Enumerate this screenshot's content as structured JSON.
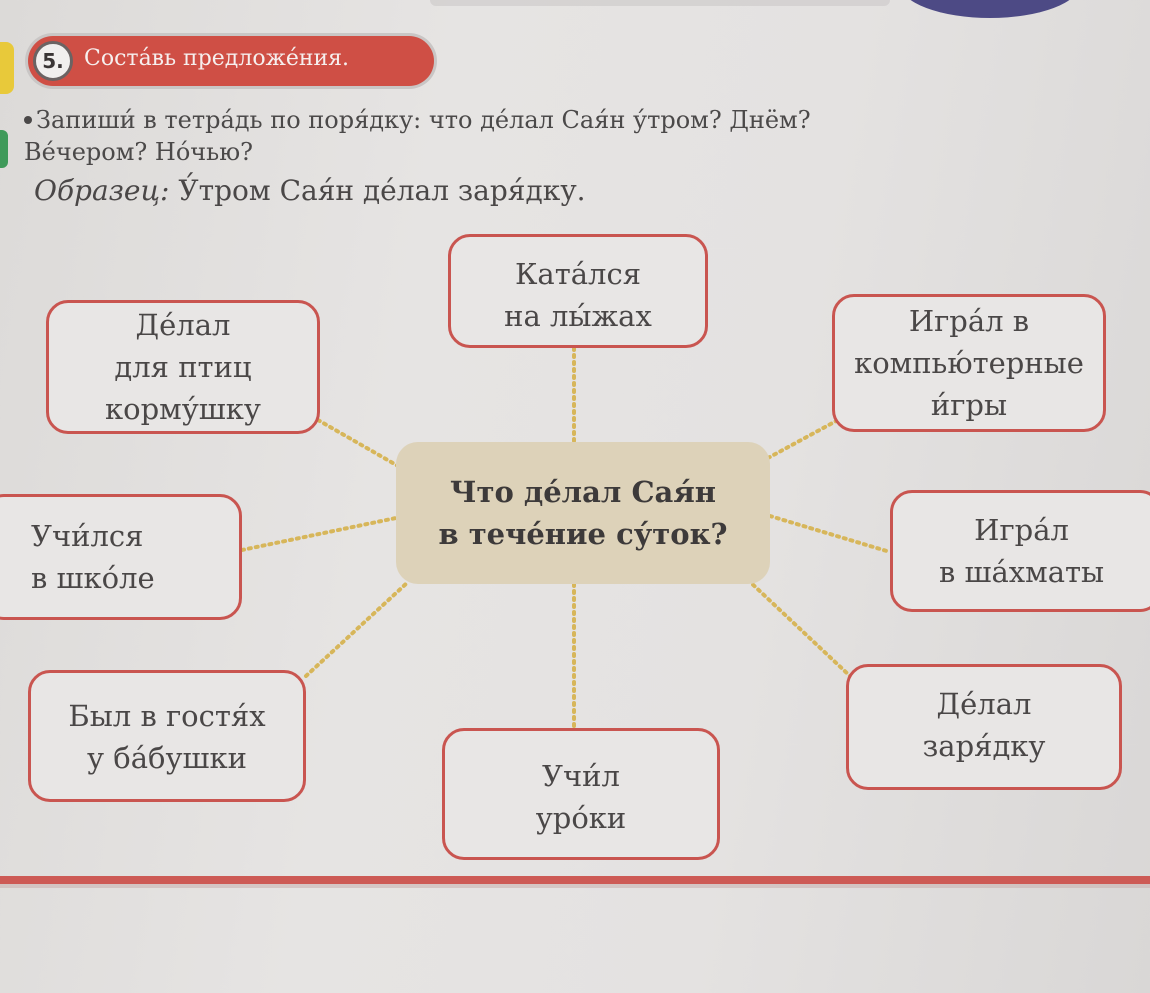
{
  "task": {
    "number": "5.",
    "title": "Соста́вь предложе́ния."
  },
  "instruction": "Запиши́ в тетра́дь по поря́дку: что де́лал Сая́н у́тром? Днём? Ве́чером? Но́чью?",
  "sample": {
    "label": "Образец:",
    "text": "У́тром Сая́н де́лал заря́дку."
  },
  "diagram": {
    "center": "Что де́лал Сая́н\nв тече́ние су́ток?",
    "boxes": {
      "skiing": "Ката́лся\nна лы́жах",
      "feeder": "Де́лал\nдля птиц\nкорму́шку",
      "computer_games": "Игра́л в\nкомпью́терные\nи́гры",
      "school": "Учи́лся\nв шко́ле",
      "chess": "Игра́л\nв ша́хматы",
      "grandma": "Был в гостя́х\nу ба́бушки",
      "exercises": "Де́лал\nзаря́дку",
      "homework": "Учи́л\nуро́ки"
    }
  },
  "colors": {
    "header": "#cf4f45",
    "box_border": "#c95550",
    "center_fill": "#ddd2b9",
    "connector": "#d7b65a",
    "rule": "#cd5a55"
  }
}
